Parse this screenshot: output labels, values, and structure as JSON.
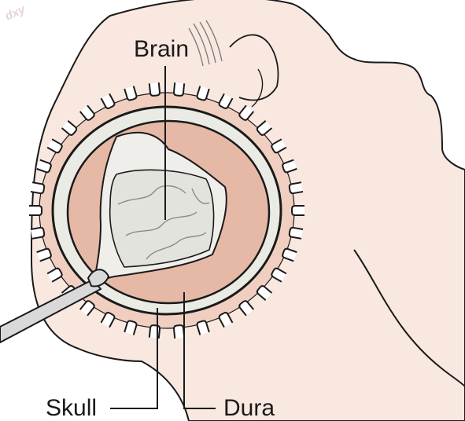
{
  "figure": {
    "labels": {
      "brain": "Brain",
      "skull": "Skull",
      "dura": "Dura"
    },
    "watermark": "dxy",
    "colors": {
      "skin": "#f8e8e0",
      "outline": "#1a1a1a",
      "dura_fill": "#e5b9a6",
      "skull_bone": "#ebebe5",
      "brain_surface": "#e3e3de",
      "retractor": "#d9d9d9"
    },
    "structures": [
      "head",
      "scalp-clips",
      "skull-bone-flap-edge",
      "dura-flap",
      "exposed-brain",
      "retractor"
    ]
  }
}
